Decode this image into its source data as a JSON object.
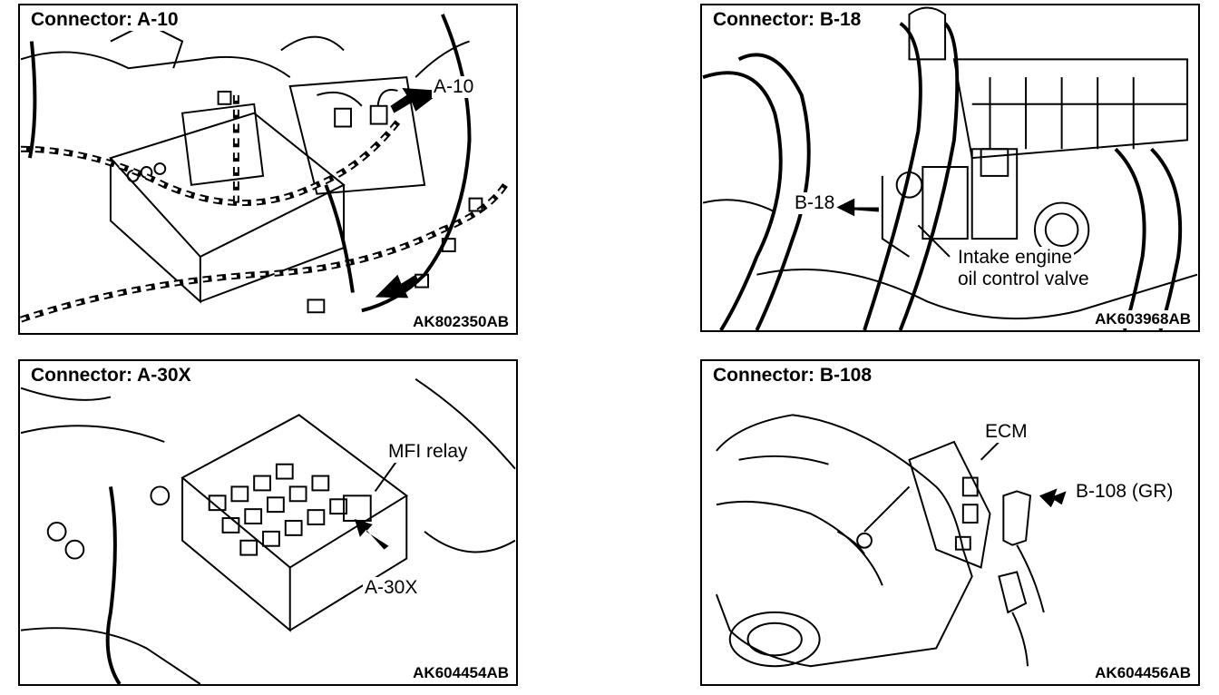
{
  "panels": [
    {
      "title": "Connector: A-10",
      "code": "AK802350AB",
      "callouts": [
        "A-10"
      ]
    },
    {
      "title": "Connector: B-18",
      "code": "AK603968AB",
      "callouts": [
        "B-18",
        "Intake engine",
        "oil control valve"
      ]
    },
    {
      "title": "Connector: A-30X",
      "code": "AK604454AB",
      "callouts": [
        "MFI relay",
        "A-30X"
      ]
    },
    {
      "title": "Connector: B-108",
      "code": "AK604456AB",
      "callouts": [
        "ECM",
        "B-108 (GR)"
      ]
    }
  ]
}
